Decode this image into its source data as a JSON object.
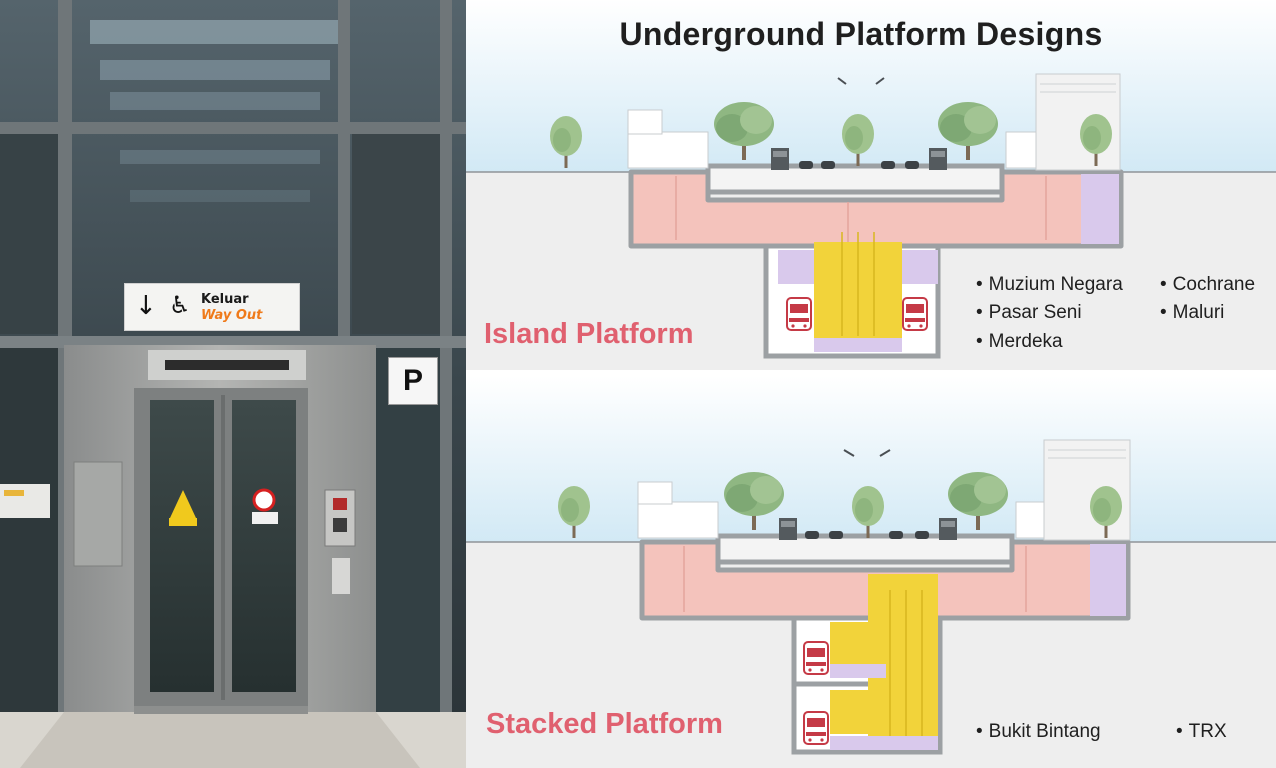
{
  "photo": {
    "sign": {
      "arrow_icon": "arrow-down-icon",
      "accessibility_icon": "wheelchair-icon",
      "label_ms": "Keluar",
      "label_en": "Way Out"
    },
    "parking_sign": "P"
  },
  "diagram": {
    "title": "Underground Platform Designs",
    "island": {
      "label": "Island Platform",
      "stations": [
        "Muzium Negara",
        "Pasar Seni",
        "Merdeka",
        "Cochrane",
        "Maluri"
      ]
    },
    "stacked": {
      "label": "Stacked Platform",
      "stations": [
        "Bukit Bintang",
        "TRX"
      ]
    },
    "colors": {
      "sky": "#d8ecf6",
      "concourse": "#f4c3bc",
      "platform": "#f2d33a",
      "service": "#d9c9ec",
      "wall": "#9ca0a3",
      "title": "#1f1f1f",
      "label": "#e0606f"
    }
  }
}
